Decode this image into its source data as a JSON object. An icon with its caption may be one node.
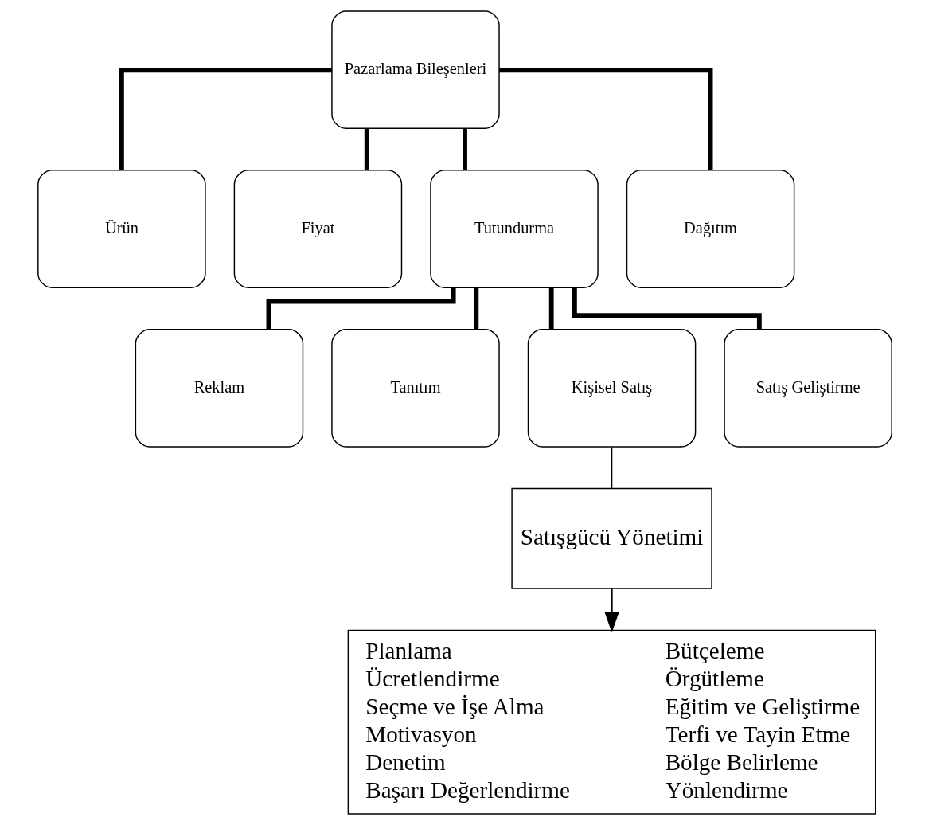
{
  "diagram": {
    "nodes": [
      {
        "text": [
          "Pazarlama Bileşenleri"
        ]
      },
      {
        "text": [
          "Ürün"
        ]
      },
      {
        "text": [
          "Fiyat"
        ]
      },
      {
        "text": [
          "Tutundurma"
        ]
      },
      {
        "text": [
          "Dağıtım"
        ]
      },
      {
        "text": [
          "Reklam"
        ]
      },
      {
        "text": [
          "Tanıtım"
        ]
      },
      {
        "text": [
          "Kişisel Satış"
        ]
      },
      {
        "text": [
          "Satış Geliştirme"
        ]
      },
      {
        "text": [
          "Satışgücü Yönetimi"
        ]
      },
      {
        "text": [
          "Planlama",
          "Bütçeleme",
          "Ücretlendirme",
          "Örgütleme",
          "Seçme ve İşe Alma",
          "Eğitim ve Geliştirme",
          "Motivasyon",
          "Terfi ve Tayin Etme",
          "Denetim",
          "Bölge Belirleme",
          "Başarı Değerlendirme",
          "Yönlendirme"
        ]
      }
    ],
    "edges": [
      {
        "from": 0,
        "to": 1,
        "arrow": "none"
      },
      {
        "from": 0,
        "to": 2,
        "arrow": "none"
      },
      {
        "from": 0,
        "to": 3,
        "arrow": "none"
      },
      {
        "from": 0,
        "to": 4,
        "arrow": "none"
      },
      {
        "from": 3,
        "to": 5,
        "arrow": "none"
      },
      {
        "from": 3,
        "to": 6,
        "arrow": "none"
      },
      {
        "from": 3,
        "to": 7,
        "arrow": "none"
      },
      {
        "from": 3,
        "to": 8,
        "arrow": "none"
      },
      {
        "from": 7,
        "to": 9,
        "arrow": "none"
      },
      {
        "from": 9,
        "to": 10,
        "arrow": "to"
      }
    ]
  }
}
